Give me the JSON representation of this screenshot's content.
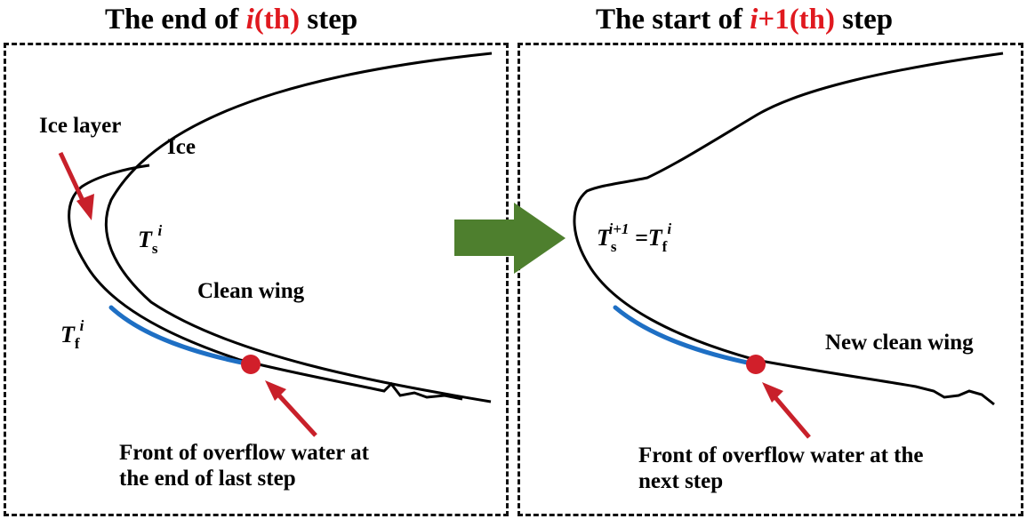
{
  "titles": {
    "left": {
      "pre": "The end of ",
      "em_italic": "i",
      "em_plain": "(th)",
      "post": " step"
    },
    "right": {
      "pre": "The start of ",
      "em_italic": "i",
      "em_plain": "+1(th)",
      "post": " step"
    }
  },
  "left_panel": {
    "ice_layer": "Ice layer",
    "ice": "Ice",
    "clean_wing": "Clean wing",
    "ts_sym": "T",
    "ts_sub": "s",
    "ts_sup": "i",
    "tf_sym": "T",
    "tf_sub": "f",
    "tf_sup": "i",
    "front_line1": "Front of overflow water at",
    "front_line2": "the end of last step"
  },
  "right_panel": {
    "ts_sym": "T",
    "ts_sub": "s",
    "ts_sup": "i+1",
    "equals": " =",
    "tf_sym": "T",
    "tf_sub": "f",
    "tf_sup": "i",
    "new_clean_wing": "New clean wing",
    "front_line1": "Front of overflow water at the",
    "front_line2": "next step"
  },
  "colors": {
    "accent_red": "#e0191f",
    "arrow_red": "#c8202a",
    "water_blue": "#1e6fc4",
    "big_arrow_green": "#4e7f2e",
    "outline": "#000000"
  }
}
